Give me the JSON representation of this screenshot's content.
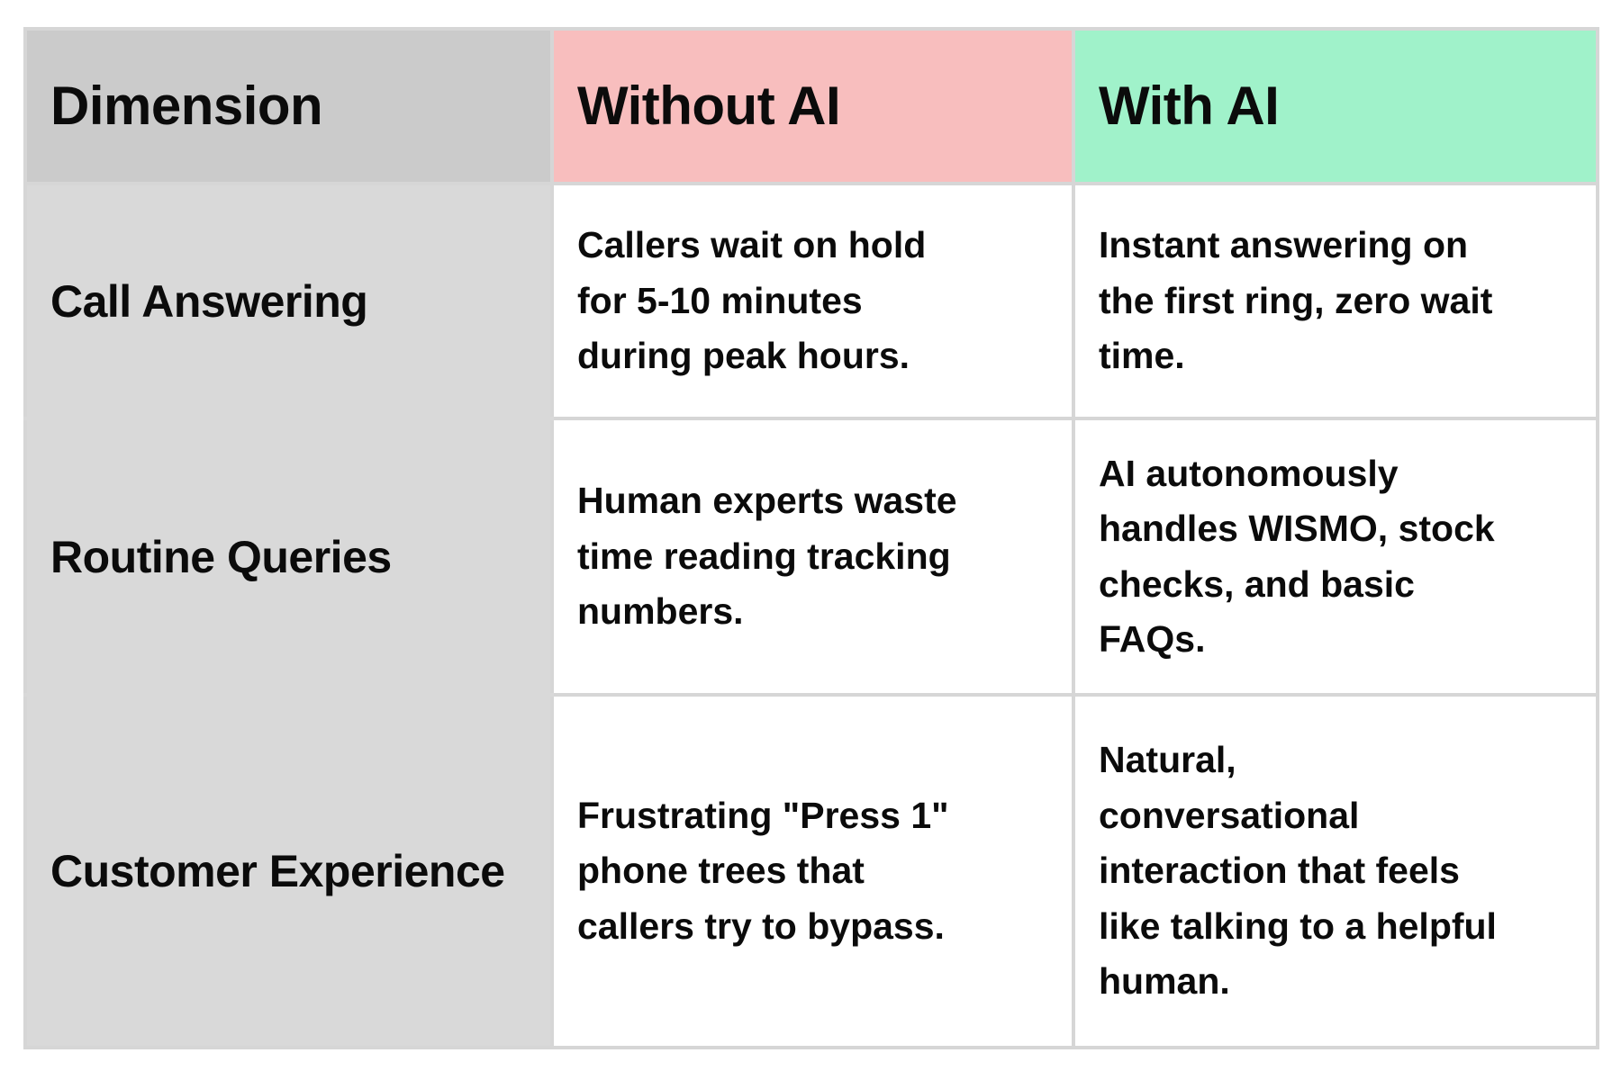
{
  "theme": {
    "dimension_header_bg": "#cbcbcb",
    "dimension_column_bg": "#d9d9d9",
    "without_ai_header_bg": "#f8bebe",
    "with_ai_header_bg": "#a0f2ca",
    "grid_border": "#d6d6d6",
    "text_color": "#0b0b0b",
    "page_bg": "#ffffff"
  },
  "table": {
    "columns": [
      {
        "label": "Dimension"
      },
      {
        "label": "Without AI"
      },
      {
        "label": "With AI"
      }
    ],
    "rows": [
      {
        "dimension": "Call Answering",
        "without_ai": [
          "Callers wait on hold",
          "for 5-10 minutes",
          "during peak hours."
        ],
        "with_ai": [
          "Instant answering on",
          "the first ring, zero wait",
          "time."
        ]
      },
      {
        "dimension": "Routine Queries",
        "without_ai": [
          "Human experts waste",
          "time reading tracking",
          "numbers."
        ],
        "with_ai": [
          "AI autonomously",
          "handles WISMO, stock",
          "checks, and basic",
          "FAQs."
        ]
      },
      {
        "dimension": "Customer Experience",
        "without_ai": [
          "Frustrating \"Press 1\"",
          "phone trees that",
          "callers try to bypass."
        ],
        "with_ai": [
          "Natural,",
          "conversational",
          "interaction that feels",
          "like talking to a helpful",
          "human."
        ]
      }
    ]
  }
}
